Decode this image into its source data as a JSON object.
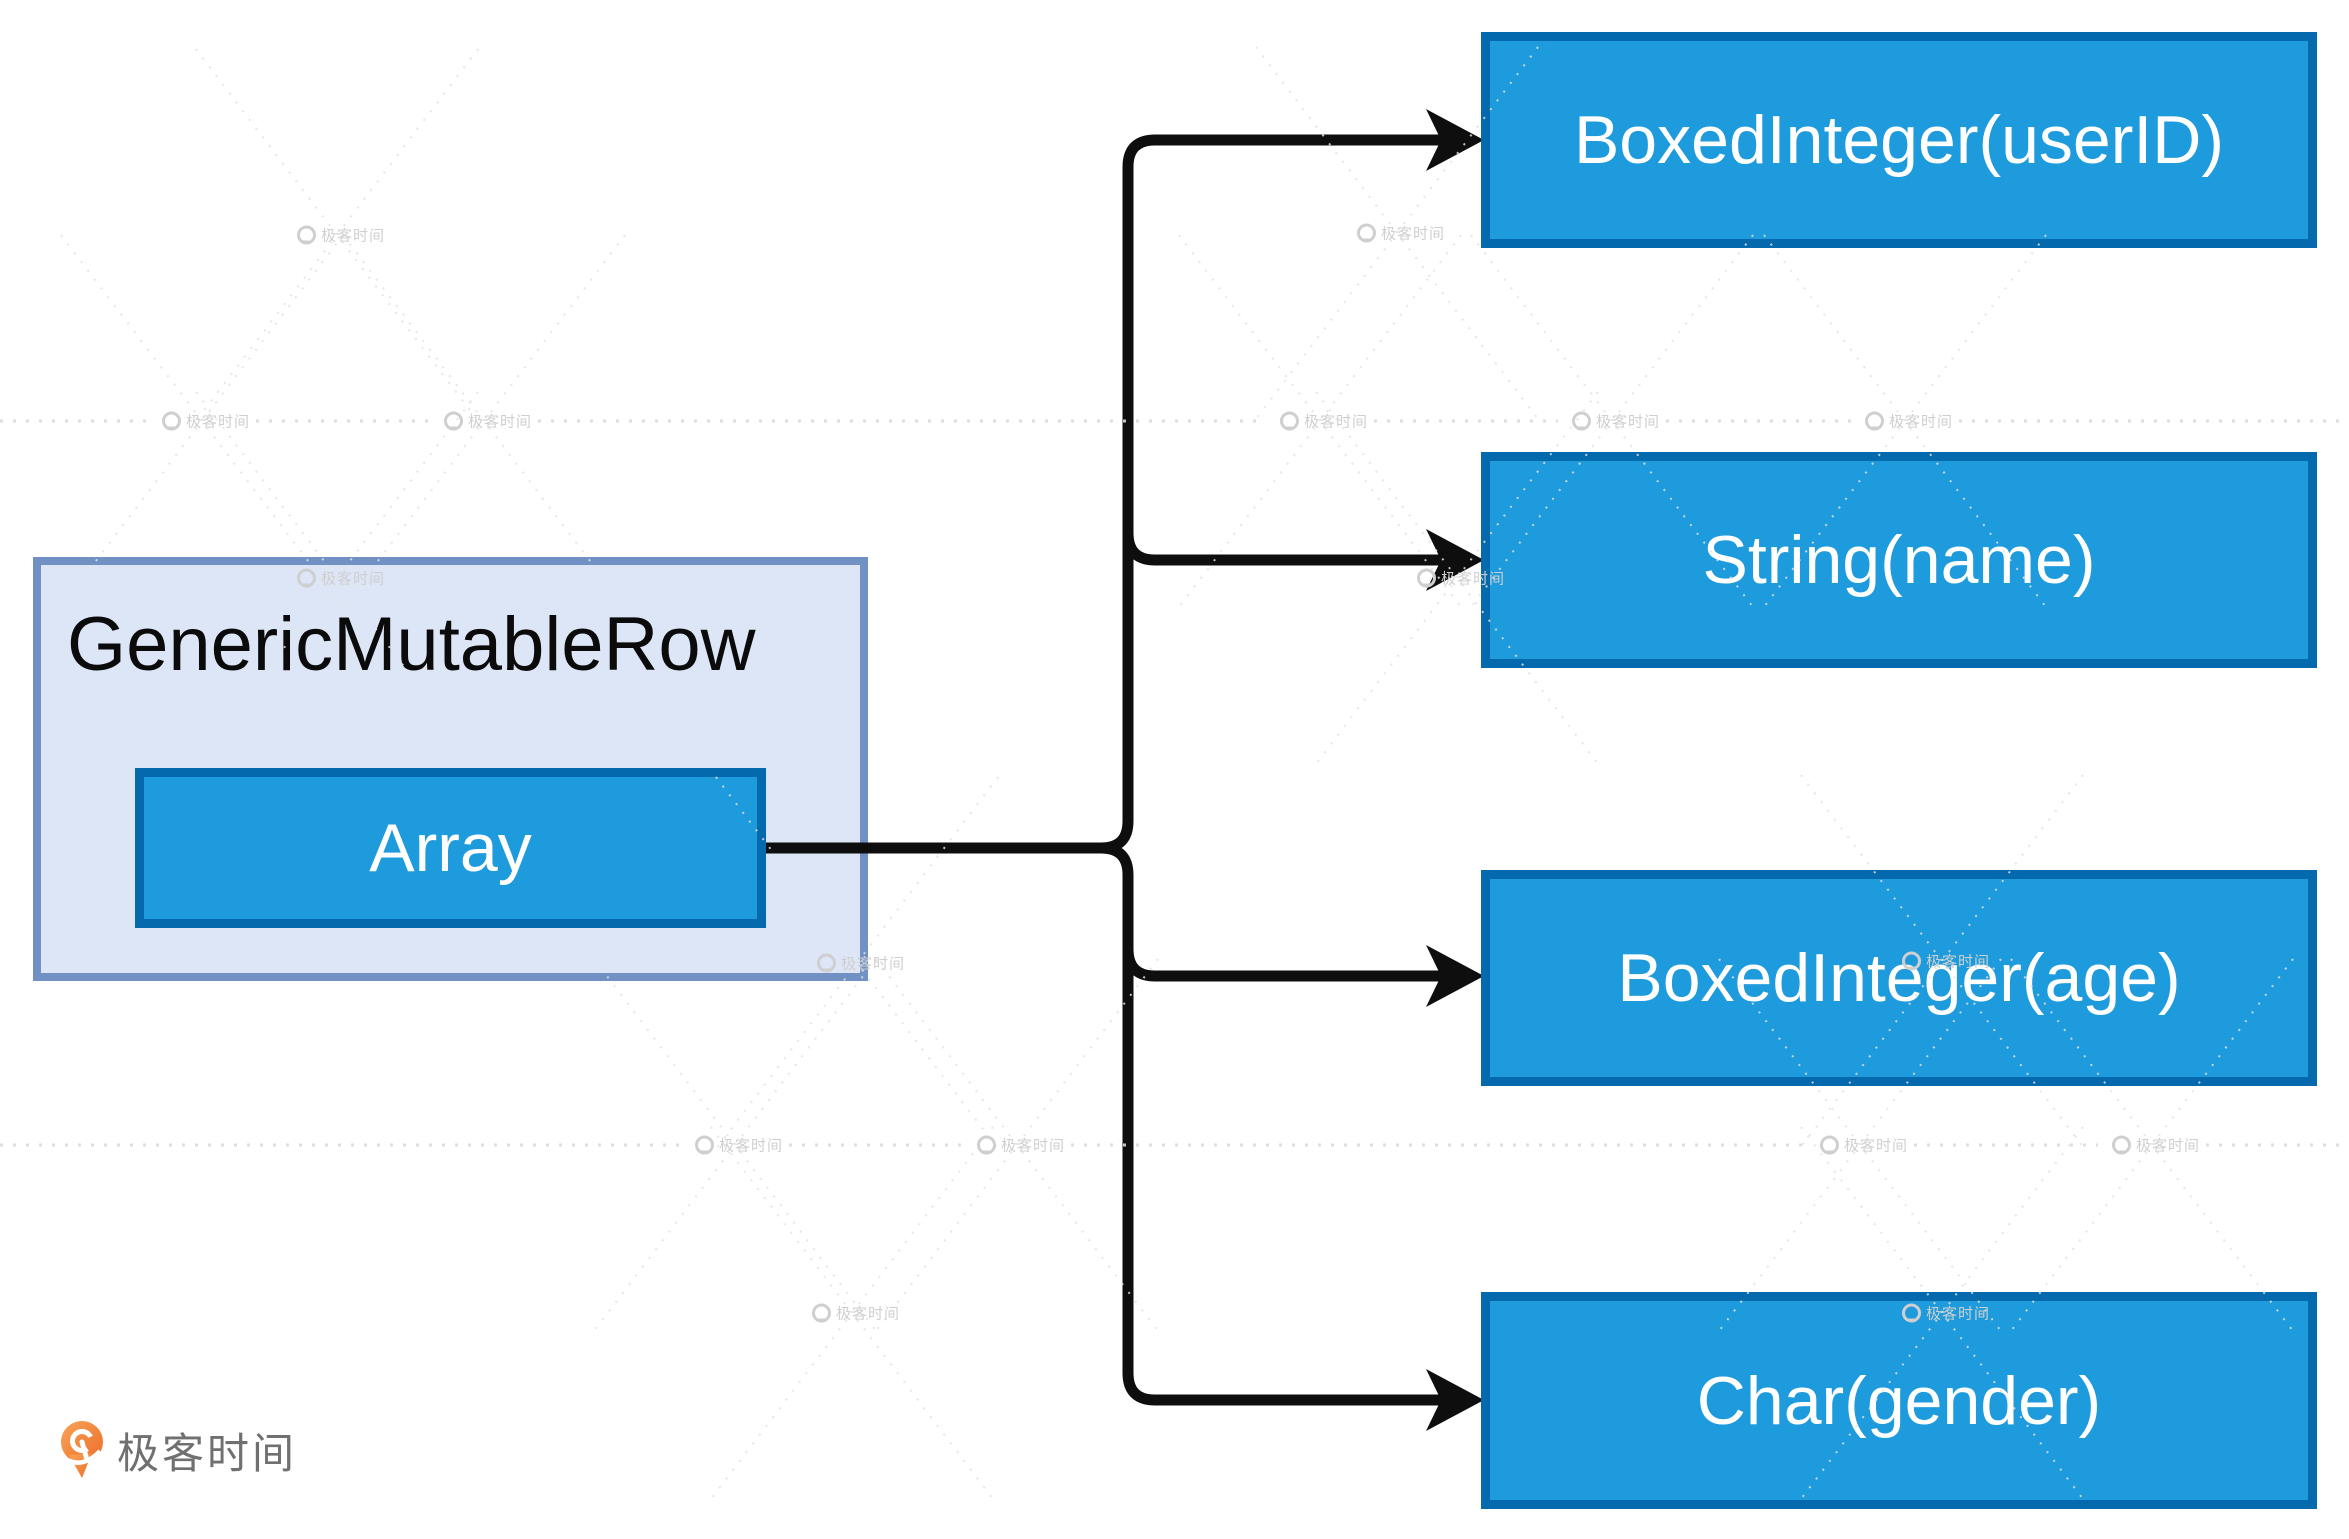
{
  "diagram": {
    "container": {
      "title": "GenericMutableRow"
    },
    "array": {
      "label": "Array"
    },
    "nodes": [
      {
        "label": "BoxedInteger(userID)"
      },
      {
        "label": "String(name)"
      },
      {
        "label": "BoxedInteger(age)"
      },
      {
        "label": "Char(gender)"
      }
    ],
    "edges": [
      {
        "from": "Array",
        "to": "BoxedInteger(userID)"
      },
      {
        "from": "Array",
        "to": "String(name)"
      },
      {
        "from": "Array",
        "to": "BoxedInteger(age)"
      },
      {
        "from": "Array",
        "to": "Char(gender)"
      }
    ]
  },
  "watermark": {
    "text": "极客时间"
  },
  "brand": {
    "name": "极客时间"
  },
  "colors": {
    "node_fill": "#1e9bdc",
    "node_border": "#0569ae",
    "container_fill": "#dde6f7",
    "container_border": "#7191c4",
    "connector": "#0e0e0e",
    "watermark_gray": "#cfcfcf",
    "brand_orange": "#ed6c28",
    "brand_text_gray": "#707070"
  }
}
